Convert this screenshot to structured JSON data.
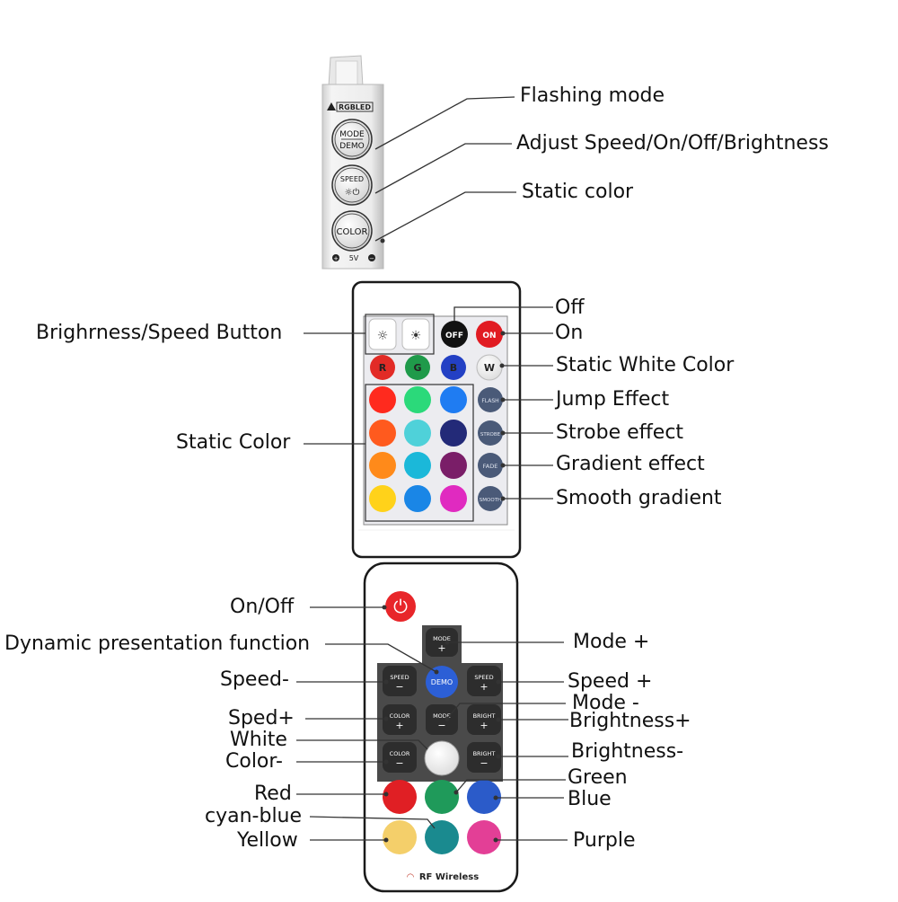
{
  "controller": {
    "brand": "RGBLED",
    "mode_btn": [
      "MODE",
      "DEMO"
    ],
    "speed_btn": "SPEED",
    "color_btn": "COLOR",
    "footer_voltage": "5V"
  },
  "controller_labels": {
    "flashing_mode": "Flashing mode",
    "adjust_speed": "Adjust Speed/On/Off/Brightness",
    "static_color": "Static color"
  },
  "remote24": {
    "off": "OFF",
    "on": "ON",
    "r": "R",
    "g": "G",
    "b": "B",
    "w": "W",
    "flash": "FLASH",
    "strobe": "STROBE",
    "fade": "FADE",
    "smooth": "SMOOTH",
    "grid_colors": [
      "#ff2a1e",
      "#2bd97a",
      "#1f7cf2",
      "#ff5a1e",
      "#4fd1d9",
      "#232a78",
      "#ff8a1a",
      "#1bb8d9",
      "#7a1e68",
      "#ffd21a",
      "#1a86e6",
      "#e02ac0"
    ]
  },
  "remote24_labels": {
    "brightness_speed": "Brighrness/Speed Button",
    "off": "Off",
    "on": "On",
    "static_white": "Static White Color",
    "jump": "Jump Effect",
    "strobe": "Strobe effect",
    "gradient": "Gradient effect",
    "smooth": "Smooth gradient",
    "static_color": "Static Color"
  },
  "remote17": {
    "mode_plus": [
      "MODE",
      "+"
    ],
    "speed_minus": [
      "SPEED",
      "−"
    ],
    "demo": "DEMO",
    "speed_plus": [
      "SPEED",
      "+"
    ],
    "color_plus": [
      "COLOR",
      "+"
    ],
    "mode_minus": [
      "MODE",
      "−"
    ],
    "bright_plus": [
      "BRIGHT",
      "+"
    ],
    "color_minus": [
      "COLOR",
      "−"
    ],
    "bright_minus": [
      "BRIGHT",
      "−"
    ],
    "footer": "RF Wireless"
  },
  "remote17_labels": {
    "on_off": "On/Off",
    "dynamic": "Dynamic presentation function",
    "speed_minus": "Speed-",
    "sped_plus": "Sped+",
    "white": "White",
    "color_minus": "Color-",
    "red": "Red",
    "cyan_blue": "cyan-blue",
    "yellow": "Yellow",
    "mode_plus": "Mode +",
    "speed_plus": "Speed +",
    "mode_minus": "Mode -",
    "brightness_plus": "Brightness+",
    "brightness_minus": "Brightness-",
    "green": "Green",
    "blue": "Blue",
    "purple": "Purple"
  },
  "colors": {
    "power_red": "#e8262a",
    "on_red": "#e11b22",
    "demo_blue": "#2c5fd6",
    "dark_button": "#2f2f2f",
    "remote_red": "#e01f24",
    "remote_green": "#1f9a5a",
    "remote_blue": "#2b5bc9",
    "remote_yellow": "#f4cf6a",
    "remote_teal": "#1a8a8f",
    "remote_pink": "#e33f96"
  }
}
